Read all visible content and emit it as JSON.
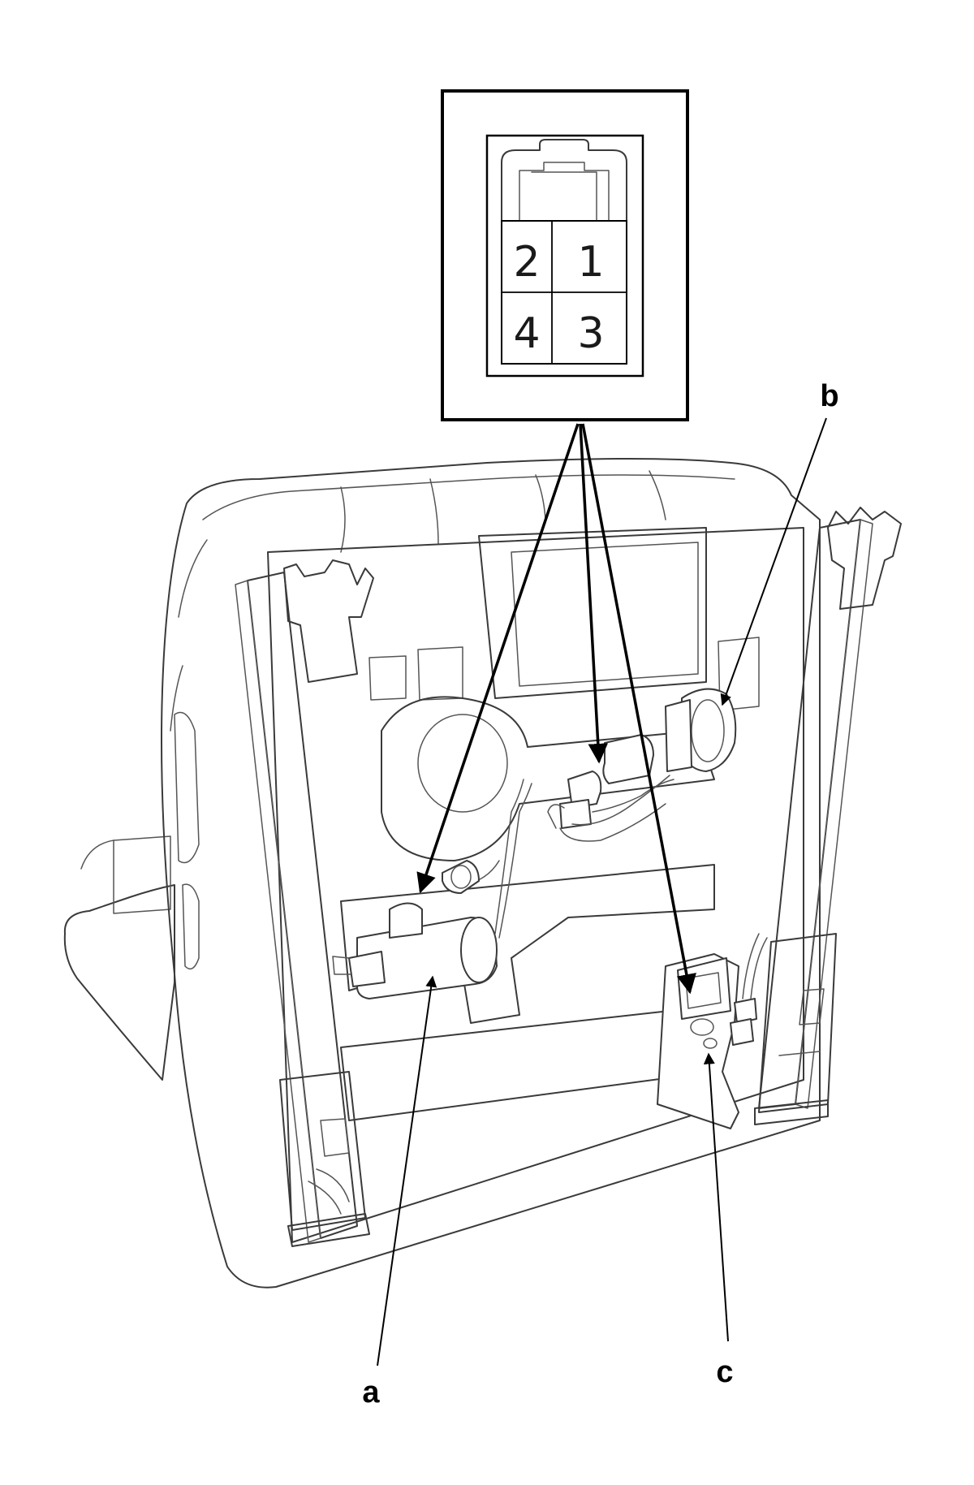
{
  "connector": {
    "pins": [
      {
        "label": "2"
      },
      {
        "label": "1"
      },
      {
        "label": "4"
      },
      {
        "label": "3"
      }
    ]
  },
  "callouts": {
    "a": "a",
    "b": "b",
    "c": "c"
  },
  "colors": {
    "line": "#3a3a3a",
    "arrow": "#000000",
    "background": "#ffffff"
  }
}
